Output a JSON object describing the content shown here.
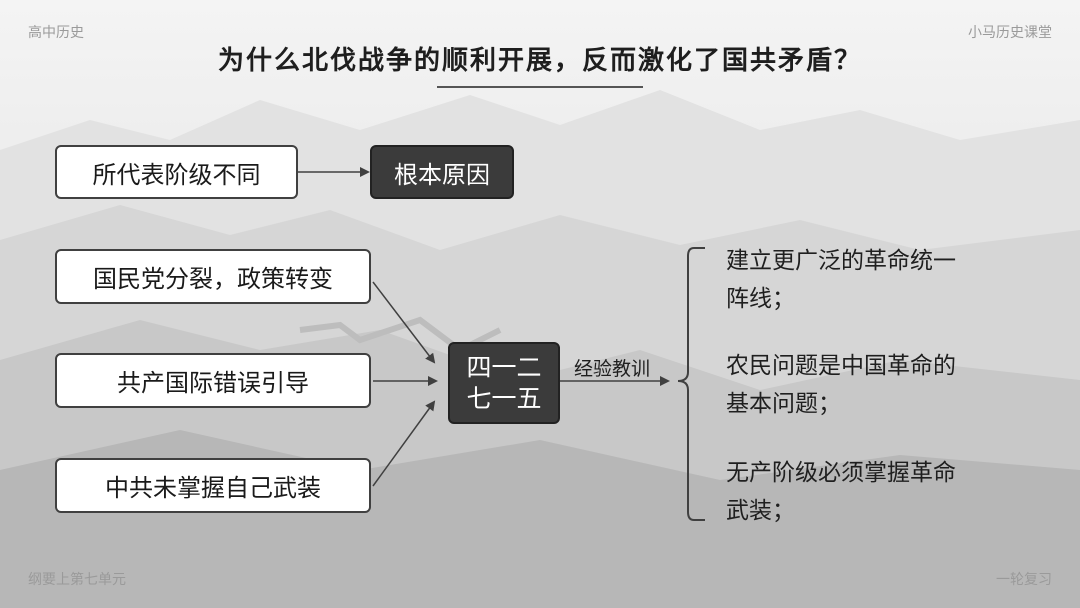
{
  "header": {
    "left_tag": "高中历史",
    "right_tag": "小马历史课堂",
    "title": "为什么北伐战争的顺利开展，反而激化了国共矛盾？"
  },
  "diagram": {
    "root_cause": {
      "source": "所代表阶级不同",
      "target": "根本原因"
    },
    "causes": [
      "国民党分裂，政策转变",
      "共产国际错误引导",
      "中共未掌握自己武装"
    ],
    "event": {
      "line1": "四一二",
      "line2": "七一五"
    },
    "edge_label": "经验教训",
    "lessons": [
      {
        "line1": "建立更广泛的革命统一",
        "line2": "阵线；"
      },
      {
        "line1": "农民问题是中国革命的",
        "line2": "基本问题；"
      },
      {
        "line1": "无产阶级必须掌握革命",
        "line2": "武装；"
      }
    ]
  },
  "footer": {
    "left_tag": "纲要上第七单元",
    "right_tag": "一轮复习"
  },
  "colors": {
    "dark_box": "#3b3b3b",
    "box_border": "#404040",
    "text": "#1a1a1a",
    "corner_text": "#9a9a9a"
  }
}
